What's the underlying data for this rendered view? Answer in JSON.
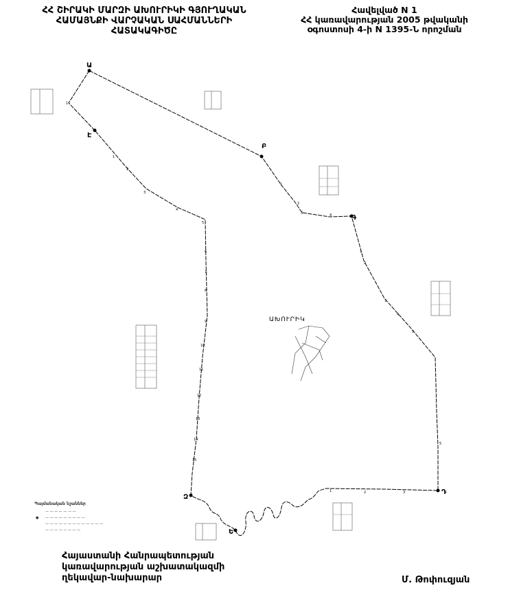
{
  "header": {
    "title_lines": [
      "ՀՀ ՇԻՐԱԿԻ ՄԱՐԶԻ ԱԽՈՒՐԻԿԻ ԳՅՈՒՂԱԿԱՆ",
      "ՀԱՄԱՅՆՔԻ ՎԱՐՉԱԿԱՆ   ՍԱՀՄԱՆՆԵՐԻ",
      "ՀԱՏԱԿԱԳԻԾԸ"
    ],
    "annex_lines": [
      "Հավելված N 1",
      "ՀՀ կառավարության 2005 թվականի",
      "օգոստոսի 4-ի N 1395-Ն որոշման"
    ]
  },
  "map": {
    "settlement_label": "ԱԽՈՒՐԻԿ",
    "points": [
      "Ա",
      "Բ",
      "Գ",
      "Դ",
      "Ե",
      "Զ",
      "Է"
    ],
    "legend_title": "Պայմանական նշաններ"
  },
  "footer": {
    "position_lines": [
      "Հայաստանի Հանրապետության",
      "կառավարության աշխատակազմի",
      "ղեկավար-նախարար"
    ],
    "signatory": "Մ. Թոփուզյան"
  }
}
